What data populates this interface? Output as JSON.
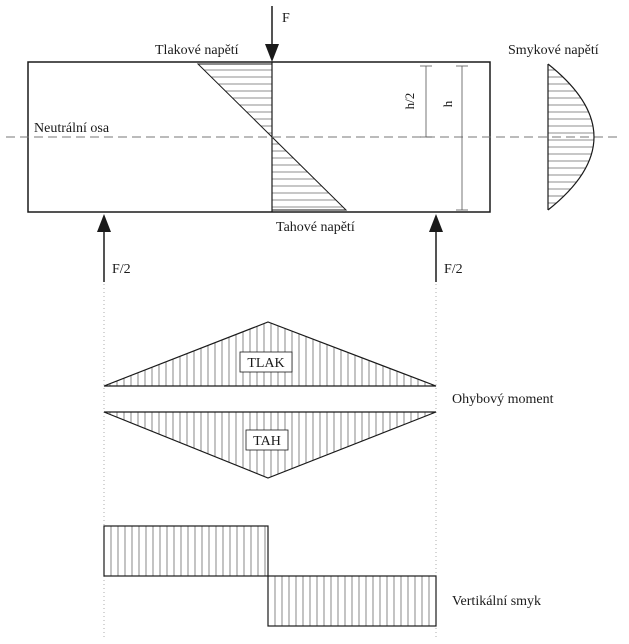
{
  "beam": {
    "force_top": "F",
    "support_left": "F/2",
    "support_right": "F/2",
    "compressive_stress": "Tlakové napětí",
    "tensile_stress": "Tahové napětí",
    "neutral_axis": "Neutrální osa",
    "shear_stress": "Smykové napětí",
    "half_height": "h/2",
    "height": "h"
  },
  "bending_moment": {
    "label": "Ohybový moment",
    "compression": "TLAK",
    "tension": "TAH"
  },
  "vertical_shear": {
    "label": "Vertikální smyk"
  },
  "colors": {
    "line": "#1a1a1a",
    "hatch": "#6a6a6a",
    "dashed": "#777777",
    "background": "#ffffff"
  }
}
